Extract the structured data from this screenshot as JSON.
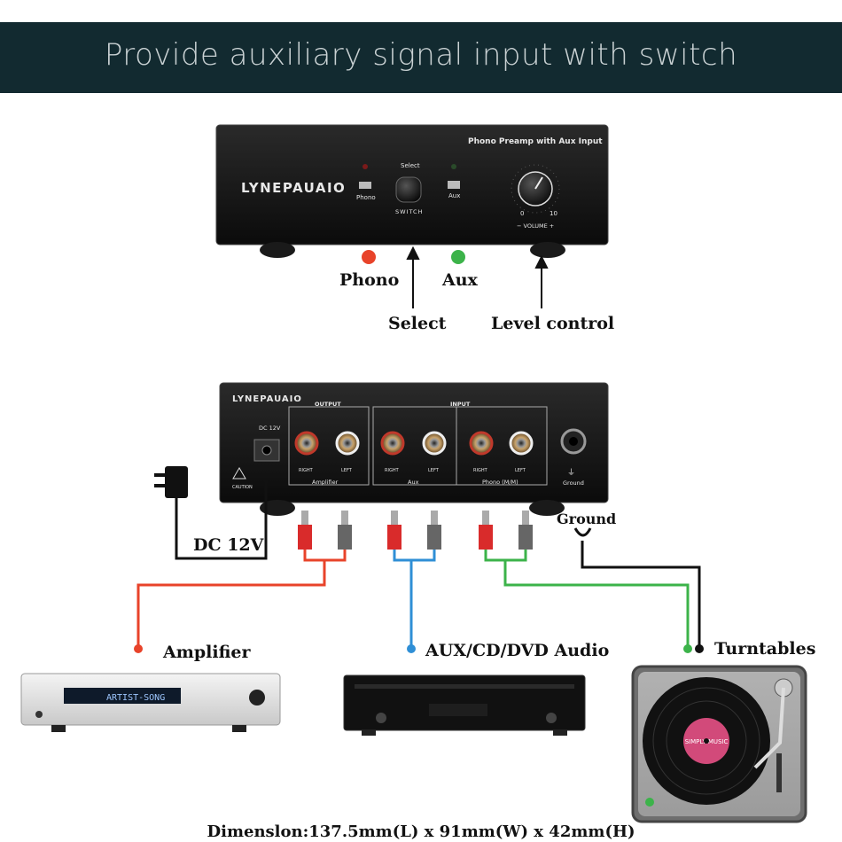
{
  "header": {
    "title": "Provide auxiliary signal input with switch"
  },
  "front_panel": {
    "brand": "LYNEPAUAIO",
    "product_name": "Phono Preamp with Aux Input",
    "phono_label": "Phono",
    "select_label": "Select",
    "switch_label": "SWITCH",
    "aux_label": "Aux",
    "volume_label": "−  VOLUME  +",
    "dial_min": "0",
    "dial_max": "10"
  },
  "front_callouts": {
    "phono": "Phono",
    "aux": "Aux",
    "select": "Select",
    "level": "Level control"
  },
  "back_panel": {
    "brand": "LYNEPAUAIO",
    "dc_label": "DC 12V",
    "caution": "CAUTION",
    "output_label": "OUTPUT",
    "input_label": "INPUT",
    "right": "RIGHT",
    "left": "LEFT",
    "amp_group": "Amplifier",
    "aux_group": "Aux",
    "phono_group": "Phono (M/M)",
    "ground_label": "Ground"
  },
  "connections": {
    "dc": "DC 12V",
    "ground": "Ground"
  },
  "devices": {
    "amplifier": "Amplifier",
    "amp_display": "ARTIST-SONG",
    "aux": "AUX/CD/DVD Audio",
    "turntables": "Turntables",
    "record_label": "SIMPLY MUSIC"
  },
  "colors": {
    "banner": "#122a30",
    "phono_dot": "#e8432a",
    "aux_dot": "#3cb34a",
    "amp_wire": "#e8432a",
    "aux_wire": "#2f8fd6",
    "phono_wire": "#3cb34a"
  },
  "footer": {
    "dimension": "Dimenslon:137.5mm(L) x 91mm(W) x 42mm(H)"
  }
}
